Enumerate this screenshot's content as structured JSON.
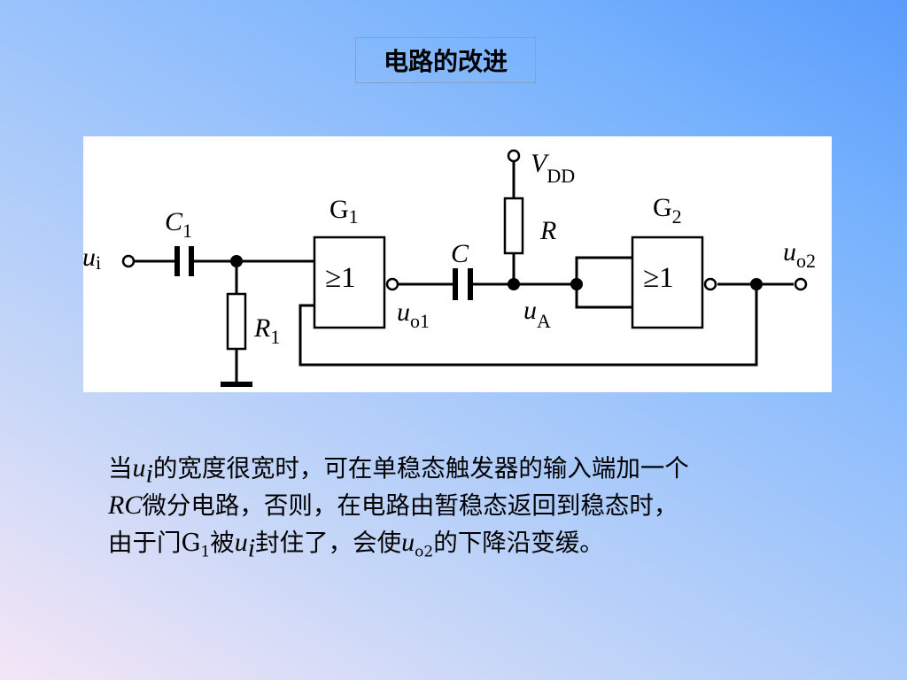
{
  "slide": {
    "title": "电路的改进"
  },
  "circuit": {
    "input_label": "u",
    "input_sub": "i",
    "c1_label": "C",
    "c1_sub": "1",
    "r1_label": "R",
    "r1_sub": "1",
    "g1_label": "G",
    "g1_sub": "1",
    "g1_symbol": "≥1",
    "uo1_label": "u",
    "uo1_sub": "o1",
    "c_label": "C",
    "vdd_label": "V",
    "vdd_sub": "DD",
    "r_label": "R",
    "ua_label": "u",
    "ua_sub": "A",
    "g2_label": "G",
    "g2_sub": "2",
    "g2_symbol": "≥1",
    "uo2_label": "u",
    "uo2_sub": "o2"
  },
  "caption": {
    "l1_a": "当",
    "l1_u": "u",
    "l1_sub": "i",
    "l1_b": "的宽度很宽时，可在单稳态触发器的输入端加一个",
    "l2_rc": "RC",
    "l2_b": "微分电路，否则，在电路由暂稳态返回到稳态时，",
    "l3_a": "由于门G",
    "l3_g_sub": "1",
    "l3_b": "被",
    "l3_u": "u",
    "l3_u_sub": "i",
    "l3_c": "封住了，会使",
    "l3_u2": "u",
    "l3_u2_sub": "o2",
    "l3_d": "的下降沿变缓。"
  }
}
